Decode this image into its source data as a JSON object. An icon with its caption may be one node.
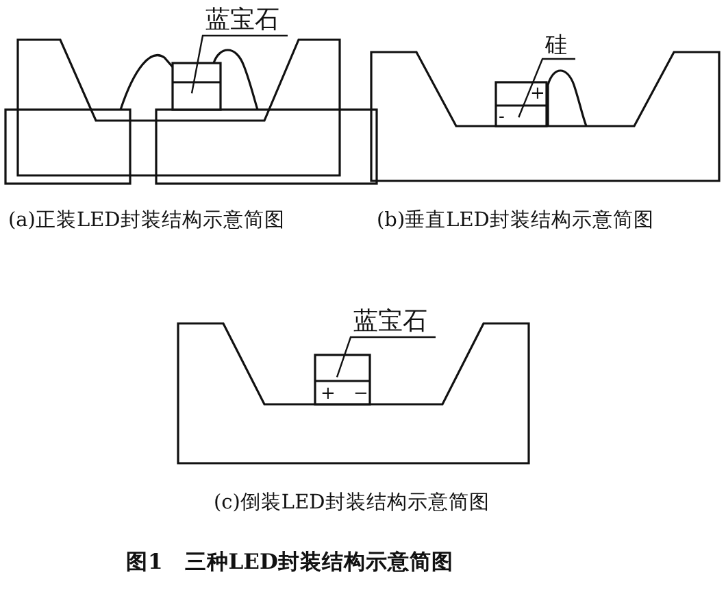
{
  "diagram": {
    "caption": "图1　三种LED封装结构示意简图",
    "nodes": [
      {
        "text": [
          "蓝宝石"
        ]
      },
      {
        "text": [],
        "shape": "box"
      },
      {
        "text": [
          "硅"
        ]
      },
      {
        "text": [],
        "shape": "box"
      },
      {
        "text": [
          "蓝宝石"
        ]
      },
      {
        "text": [],
        "shape": "box"
      }
    ],
    "edges": [
      {
        "from": 0,
        "to": 1,
        "arrow": "none"
      },
      {
        "from": 2,
        "to": 3,
        "arrow": "none"
      },
      {
        "from": 4,
        "to": 5,
        "arrow": "none"
      }
    ],
    "labels": [
      "+",
      "-",
      "(a)正装LED封装结构示意简图",
      "(b)垂直LED封装结构示意简图",
      "+",
      "−",
      "(c)倒装LED封装结构示意简图"
    ]
  }
}
